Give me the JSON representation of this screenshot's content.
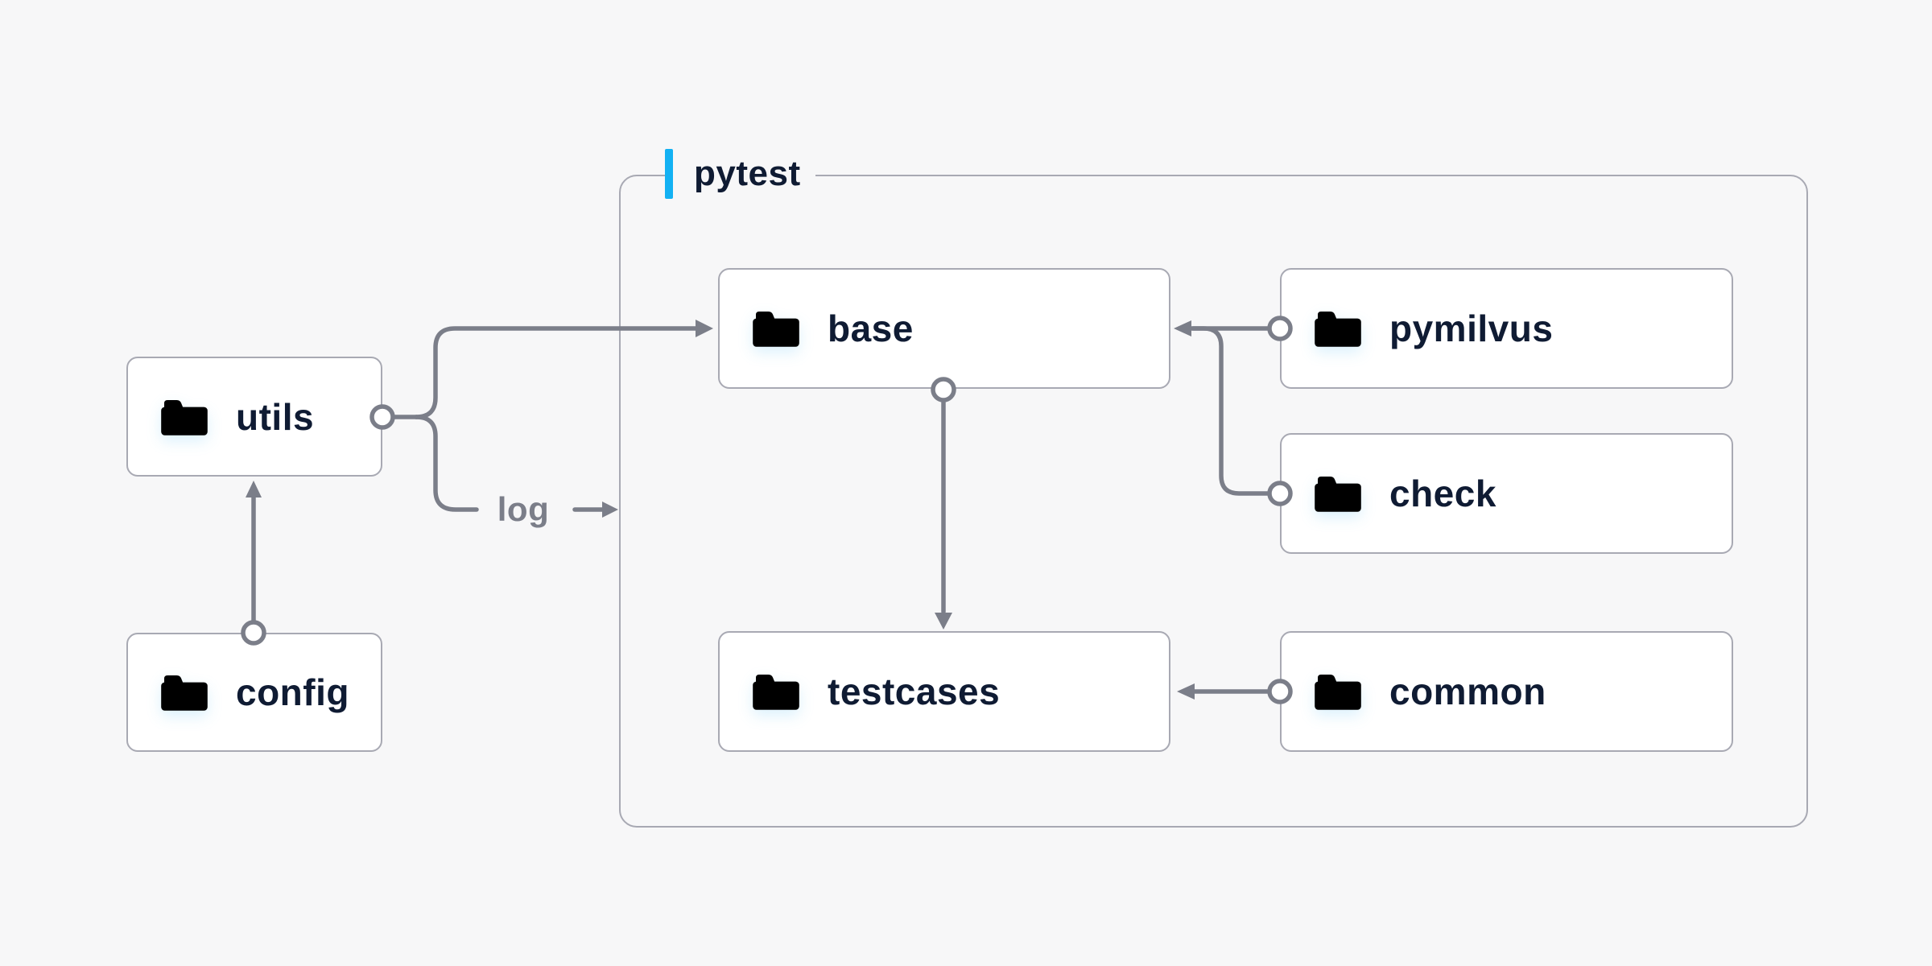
{
  "diagram": {
    "group": {
      "label": "pytest"
    },
    "edge_label": {
      "text": "log"
    },
    "nodes": [
      {
        "id": "utils",
        "label": "utils"
      },
      {
        "id": "config",
        "label": "config"
      },
      {
        "id": "base",
        "label": "base"
      },
      {
        "id": "pymilvus",
        "label": "pymilvus"
      },
      {
        "id": "check",
        "label": "check"
      },
      {
        "id": "testcases",
        "label": "testcases"
      },
      {
        "id": "common",
        "label": "common"
      }
    ],
    "edges": [
      {
        "from": "utils",
        "to": "base"
      },
      {
        "from": "utils",
        "to": "log"
      },
      {
        "from": "config",
        "to": "utils"
      },
      {
        "from": "base",
        "to": "testcases"
      },
      {
        "from": "pymilvus",
        "to": "base"
      },
      {
        "from": "check",
        "to": "base"
      },
      {
        "from": "common",
        "to": "testcases"
      }
    ],
    "colors": {
      "background": "#f7f7f8",
      "box_bg": "#ffffff",
      "box_border": "#a8a9b3",
      "line": "#7b7e89",
      "text": "#0f1b33",
      "muted_text": "#7b7e89",
      "accent": "#13b1f3",
      "folder_stroke": "#1fabef",
      "folder_tab": "#45b8f2",
      "folder_body_light": "#f6fbfe",
      "folder_body_dark": "#cdeafa"
    }
  }
}
